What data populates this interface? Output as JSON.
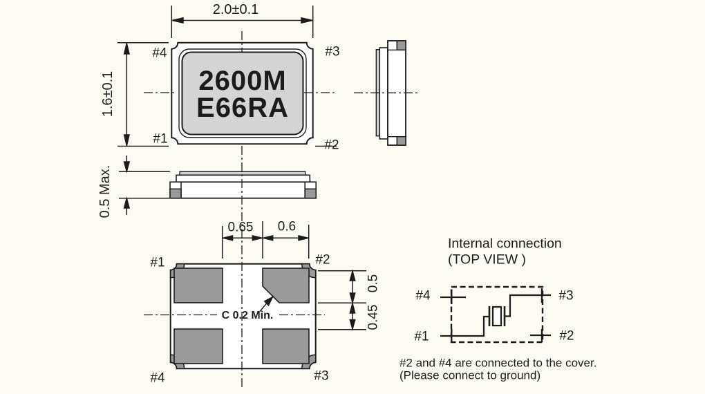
{
  "colors": {
    "line": "#1c1c1c",
    "pad_gray": "#9a9a9a",
    "marking_gray": "#d4d4d4",
    "lid_strip_gray": "#cfcfcf",
    "background": "#fbfaf3"
  },
  "top_view": {
    "dim_width": "2.0±0.1",
    "dim_height": "1.6±0.1",
    "marking": {
      "line1": "2600M",
      "line2": "E66RA"
    },
    "pin_top_left": "#4",
    "pin_top_right": "#3",
    "pin_bottom_left": "#1",
    "pin_bottom_right": "#2"
  },
  "front_view": {
    "dim_height": "0.5 Max."
  },
  "bottom_view": {
    "pin_top_left": "#1",
    "pin_top_right": "#2",
    "pin_bottom_left": "#4",
    "pin_bottom_right": "#3",
    "dim_pad_gap_h": "0.65",
    "dim_pad_width": "0.6",
    "dim_pad_height": "0.5",
    "dim_pad_gap_v": "0.45",
    "chamfer_note": "C 0.2 Min."
  },
  "internal_connection": {
    "title": "Internal connection",
    "subtitle": "(TOP VIEW )",
    "pin_top_left": "#4",
    "pin_top_right": "#3",
    "pin_bottom_left": "#1",
    "pin_bottom_right": "#2",
    "note_line1": "#2 and #4 are connected to the cover.",
    "note_line2": "(Please connect to ground)"
  }
}
